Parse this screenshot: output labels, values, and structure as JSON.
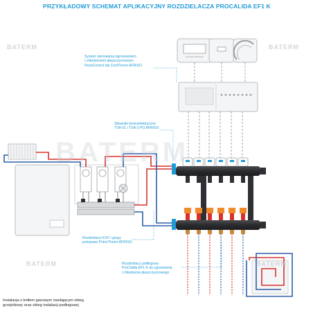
{
  "title": "PRZYKŁADOWY SCHEMAT APLIKACYJNY ROZDZIELACZA PROCALIDA EF1 K",
  "watermark": "BATERM",
  "labels": {
    "control_system": [
      "System sterowania ogrzewaniem",
      "i chłodzeniem płaszczyznowym",
      "FloorControl lub CoolTherm AFRISO"
    ],
    "actuators": [
      "Siłowniki termoelektryczne",
      "TSA-01 i TSA-2 PO AFRISO"
    ],
    "ksv": [
      "Rozdzielacz KSV i grupy",
      "pompowe PrimoTherm AFRISO"
    ],
    "procalida": [
      "Rozdzielacz podłogowy",
      "ProCalida EF1 K do ogrzewania",
      "i chłodzenia płaszczyznowego"
    ]
  },
  "caption": [
    "Instalacja z kotłem gazowym zasilającym obieg",
    "grzejnikowy oraz obieg instalacji podłogowej"
  ],
  "colors": {
    "accent": "#1f9bd7",
    "supply": "#d6322b",
    "return": "#2d5fa8",
    "dark": "#2f3033",
    "signal": "#9a9da2",
    "watermark": "#c9cdd2"
  }
}
